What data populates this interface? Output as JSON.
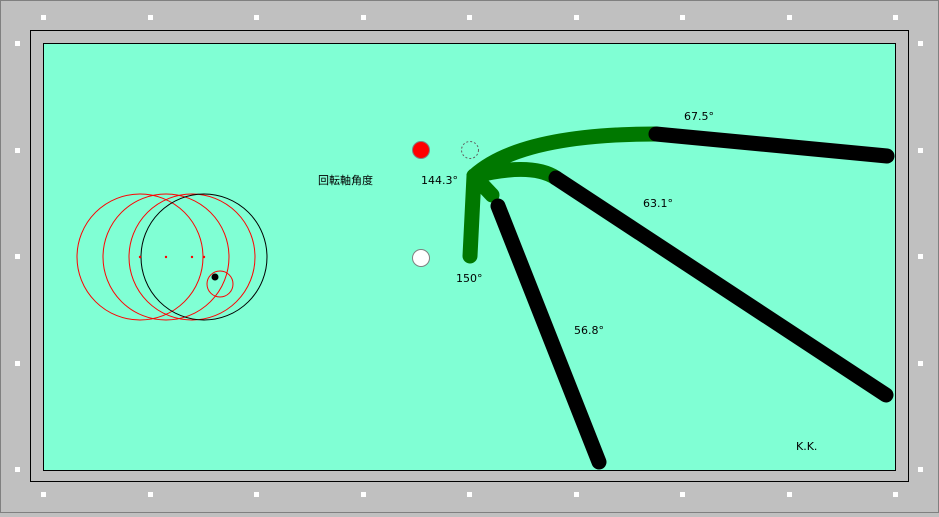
{
  "title_label": "回転軸角度",
  "signature": "K.K.",
  "angles": {
    "pivot": "144.3°",
    "down": "150°",
    "shot1": "56.8°",
    "shot2": "63.1°",
    "shot3": "67.5°"
  },
  "colors": {
    "frame": "#c0c0c0",
    "cloth": "#80ffd4",
    "diamond": "#ffffff",
    "red_ball": "#ff0000",
    "white_ball": "#ffffff",
    "path_green": "#007800",
    "path_black": "#000000",
    "spin_red": "#ff0000",
    "spin_black": "#000000"
  }
}
